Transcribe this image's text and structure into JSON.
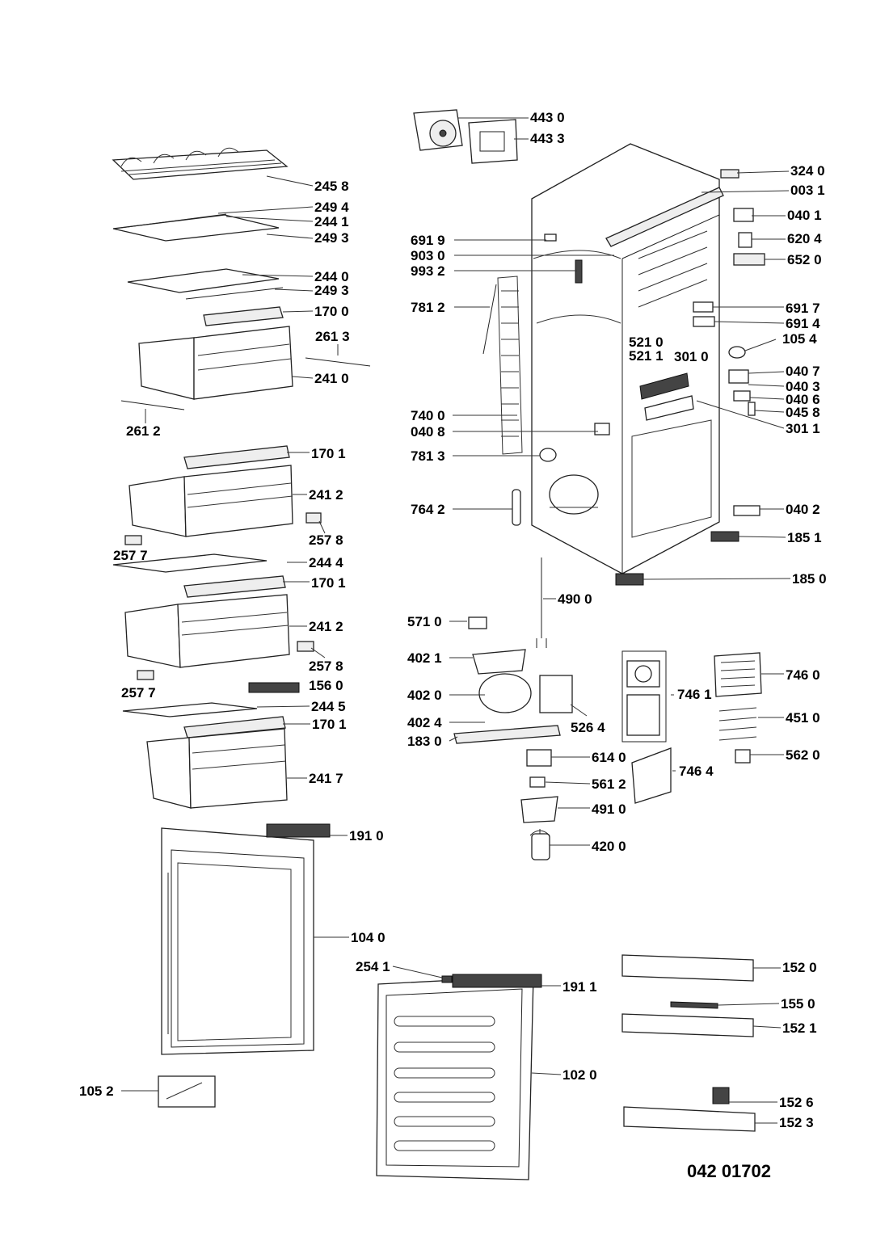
{
  "diagram": {
    "document_code": "042 01702",
    "part_labels": [
      {
        "id": "l01",
        "text": "443 0"
      },
      {
        "id": "l02",
        "text": "443 3"
      },
      {
        "id": "l03",
        "text": "324 0"
      },
      {
        "id": "l04",
        "text": "003 1"
      },
      {
        "id": "l05",
        "text": "040 1"
      },
      {
        "id": "l06",
        "text": "620 4"
      },
      {
        "id": "l07",
        "text": "652 0"
      },
      {
        "id": "l08",
        "text": "691 7"
      },
      {
        "id": "l09",
        "text": "691 4"
      },
      {
        "id": "l10",
        "text": "105 4"
      },
      {
        "id": "l11",
        "text": "040 7"
      },
      {
        "id": "l12",
        "text": "040 3"
      },
      {
        "id": "l13",
        "text": "040 6"
      },
      {
        "id": "l14",
        "text": "045 8"
      },
      {
        "id": "l15",
        "text": "301 1"
      },
      {
        "id": "l16",
        "text": "040 2"
      },
      {
        "id": "l17",
        "text": "185 1"
      },
      {
        "id": "l18",
        "text": "185 0"
      },
      {
        "id": "l19",
        "text": "245 8"
      },
      {
        "id": "l20",
        "text": "249 4"
      },
      {
        "id": "l21",
        "text": "244 1"
      },
      {
        "id": "l22",
        "text": "249 3"
      },
      {
        "id": "l23",
        "text": "244 0"
      },
      {
        "id": "l24",
        "text": "249 3"
      },
      {
        "id": "l25",
        "text": "170 0"
      },
      {
        "id": "l26",
        "text": "261 3"
      },
      {
        "id": "l27",
        "text": "241 0"
      },
      {
        "id": "l28",
        "text": "261 2"
      },
      {
        "id": "l29",
        "text": "170 1"
      },
      {
        "id": "l30",
        "text": "241 2"
      },
      {
        "id": "l31",
        "text": "257 8"
      },
      {
        "id": "l32",
        "text": "257 7"
      },
      {
        "id": "l33",
        "text": "244 4"
      },
      {
        "id": "l34",
        "text": "170 1"
      },
      {
        "id": "l35",
        "text": "241 2"
      },
      {
        "id": "l36",
        "text": "257 8"
      },
      {
        "id": "l37",
        "text": "257 7"
      },
      {
        "id": "l38",
        "text": "156 0"
      },
      {
        "id": "l39",
        "text": "244 5"
      },
      {
        "id": "l40",
        "text": "170 1"
      },
      {
        "id": "l41",
        "text": "241 7"
      },
      {
        "id": "l42",
        "text": "191 0"
      },
      {
        "id": "l43",
        "text": "104 0"
      },
      {
        "id": "l44",
        "text": "105 2"
      },
      {
        "id": "l45",
        "text": "691 9"
      },
      {
        "id": "l46",
        "text": "903 0"
      },
      {
        "id": "l47",
        "text": "993 2"
      },
      {
        "id": "l48",
        "text": "781 2"
      },
      {
        "id": "l49",
        "text": "521 0"
      },
      {
        "id": "l50",
        "text": "521 1"
      },
      {
        "id": "l51",
        "text": "301 0"
      },
      {
        "id": "l52",
        "text": "740 0"
      },
      {
        "id": "l53",
        "text": "040 8"
      },
      {
        "id": "l54",
        "text": "781 3"
      },
      {
        "id": "l55",
        "text": "764 2"
      },
      {
        "id": "l56",
        "text": "490 0"
      },
      {
        "id": "l57",
        "text": "571 0"
      },
      {
        "id": "l58",
        "text": "402 1"
      },
      {
        "id": "l59",
        "text": "402 0"
      },
      {
        "id": "l60",
        "text": "402 4"
      },
      {
        "id": "l61",
        "text": "183 0"
      },
      {
        "id": "l62",
        "text": "526 4"
      },
      {
        "id": "l63",
        "text": "746 1"
      },
      {
        "id": "l64",
        "text": "746 0"
      },
      {
        "id": "l65",
        "text": "451 0"
      },
      {
        "id": "l66",
        "text": "562 0"
      },
      {
        "id": "l67",
        "text": "614 0"
      },
      {
        "id": "l68",
        "text": "561 2"
      },
      {
        "id": "l69",
        "text": "746 4"
      },
      {
        "id": "l70",
        "text": "491 0"
      },
      {
        "id": "l71",
        "text": "420 0"
      },
      {
        "id": "l72",
        "text": "254 1"
      },
      {
        "id": "l73",
        "text": "191 1"
      },
      {
        "id": "l74",
        "text": "102 0"
      },
      {
        "id": "l75",
        "text": "152 0"
      },
      {
        "id": "l76",
        "text": "155 0"
      },
      {
        "id": "l77",
        "text": "152 1"
      },
      {
        "id": "l78",
        "text": "152 6"
      },
      {
        "id": "l79",
        "text": "152 3"
      }
    ]
  }
}
